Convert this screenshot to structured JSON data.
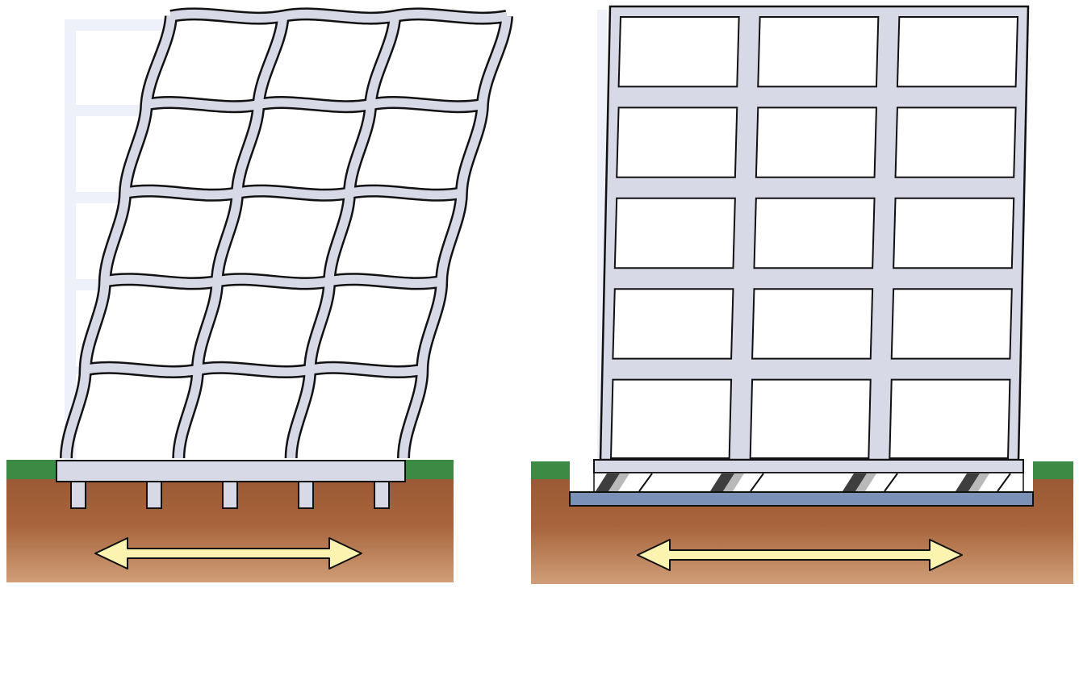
{
  "diagram": {
    "panels": [
      {
        "name": "fixed-base-building",
        "floors": 5,
        "bays": 3,
        "piles": 5
      },
      {
        "name": "base-isolated-building",
        "floors": 5,
        "bays": 3,
        "isolators": 4
      }
    ]
  },
  "colors": {
    "frame_fill": "#d8d9e6",
    "frame_stroke": "#111111",
    "ghost_frame": "#eef0fa",
    "grass": "#3d8a44",
    "soil_top": "#9b5a35",
    "soil_bottom": "#cf9e78",
    "isolation_plate": "#7c91b8",
    "isolator_dark": "#3e3e3e",
    "isolator_light": "#b9b9b9",
    "arrow_fill": "#fdf3b0",
    "arrow_stroke": "#111111"
  },
  "icons": {
    "ground_motion": "double-headed-arrow-icon"
  }
}
